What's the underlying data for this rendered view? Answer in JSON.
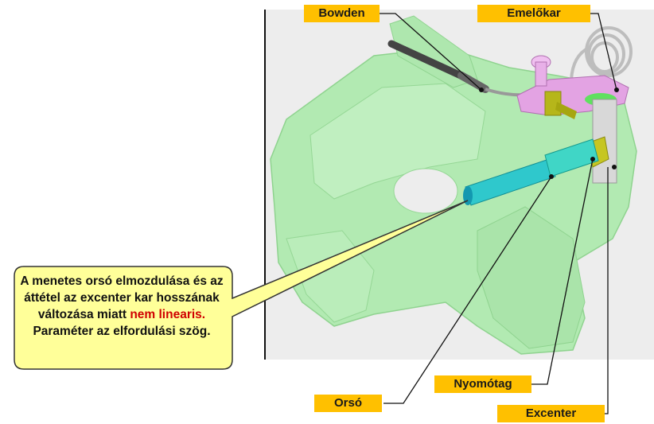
{
  "labels": {
    "bowden": "Bowden",
    "emelokar": "Emelőkar",
    "orso": "Orsó",
    "nyomotag": "Nyomótag",
    "excenter": "Excenter"
  },
  "callout": {
    "text_before": "A menetes orsó elmozdulása és az áttétel az excenter kar hosszának változása miatt ",
    "highlight": "nem linearis.",
    "text_after": " Paraméter az elfordulási szög."
  },
  "colors": {
    "label_bg": "#ffc000",
    "callout_bg": "#ffff99",
    "callout_border": "#333333",
    "highlight_text": "#d00000",
    "caliper_green": "#9be39b",
    "spindle_cyan": "#1fc9c9",
    "lever_pink": "#e8a0e8",
    "pusher_yellow": "#c8c820"
  }
}
